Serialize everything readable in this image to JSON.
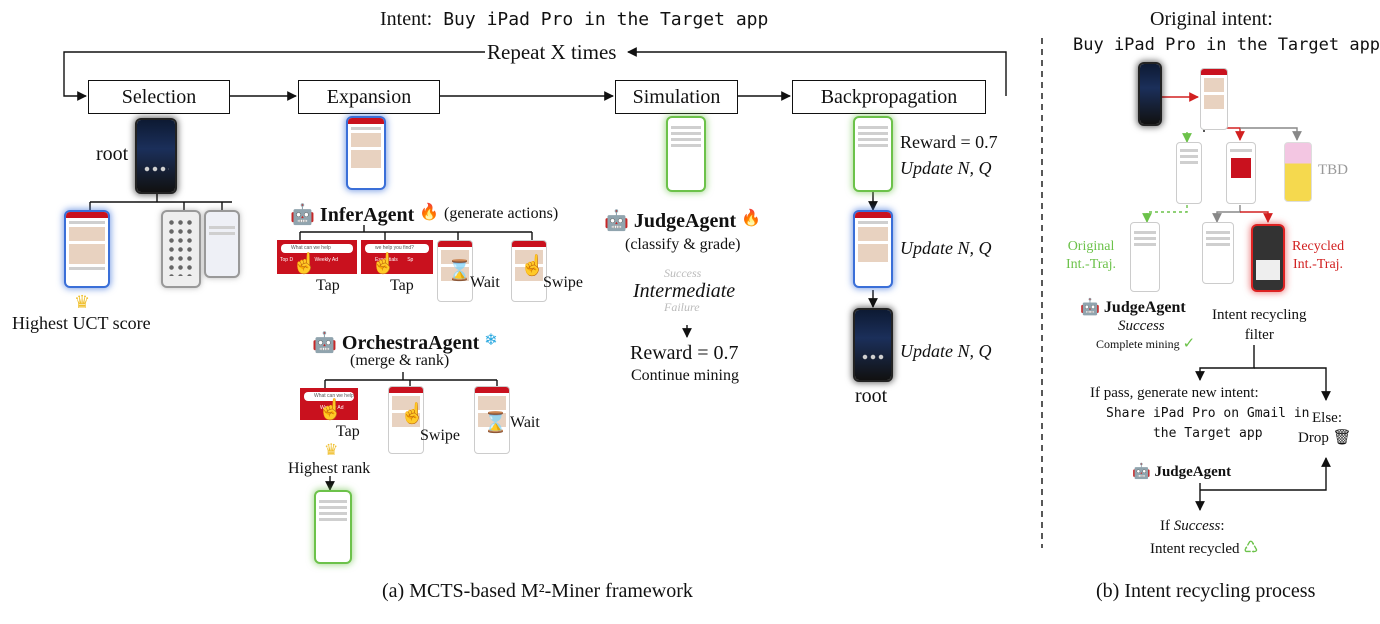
{
  "intent": {
    "label": "Intent:",
    "text": "Buy iPad Pro in the Target app"
  },
  "repeat": "Repeat X times",
  "stages": {
    "selection": "Selection",
    "expansion": "Expansion",
    "simulation": "Simulation",
    "backprop": "Backpropagation"
  },
  "selection": {
    "root": "root",
    "highest_uct": "Highest UCT score"
  },
  "expansion": {
    "infer_agent": "InferAgent",
    "infer_note": "(generate actions)",
    "actions": [
      "Tap",
      "Tap",
      "Wait",
      "Swipe"
    ],
    "orchestra_agent": "OrchestraAgent",
    "orchestra_note": "(merge & rank)",
    "ranked": [
      "Tap",
      "Swipe",
      "Wait"
    ],
    "highest_rank": "Highest rank",
    "search_text": "What can we help",
    "search_text2": "we help you find?",
    "card_left": "Top D",
    "card_right": "Weekly Ad",
    "card_mid": "Essentials",
    "card_sp": "Sp"
  },
  "simulation": {
    "judge_agent": "JudgeAgent",
    "judge_note": "(classify & grade)",
    "success": "Success",
    "intermediate": "Intermediate",
    "failure": "Failure",
    "reward": "Reward = 0.7",
    "continue": "Continue mining"
  },
  "backprop": {
    "reward": "Reward = 0.7",
    "update1": "Update N, Q",
    "update2": "Update N, Q",
    "update3": "Update N, Q",
    "root": "root"
  },
  "panel_a_caption": "(a) MCTS-based M²-Miner framework",
  "recycling": {
    "title": "Original intent:",
    "intent": "Buy iPad Pro in the Target app",
    "tbd": "TBD",
    "original_traj": [
      "Original",
      "Int.-Traj."
    ],
    "recycled_traj": [
      "Recycled",
      "Int.-Traj."
    ],
    "judge_agent": "JudgeAgent",
    "success": "Success",
    "complete": "Complete mining",
    "filter": [
      "Intent recycling",
      "filter"
    ],
    "if_pass": "If pass, generate new intent:",
    "new_intent": [
      "Share iPad Pro on Gmail in",
      "the Target app"
    ],
    "else": "Else:",
    "drop": "Drop",
    "judge_agent2": "JudgeAgent",
    "if_success_prefix": "If",
    "if_success_word": "Success",
    "recycled": "Intent recycled"
  },
  "panel_b_caption": "(b) Intent recycling process",
  "colors": {
    "green": "#6cc24a",
    "blue": "#3a6fd8",
    "red": "#d22020",
    "fire": "#e8401c",
    "snow": "#29a8e0"
  }
}
